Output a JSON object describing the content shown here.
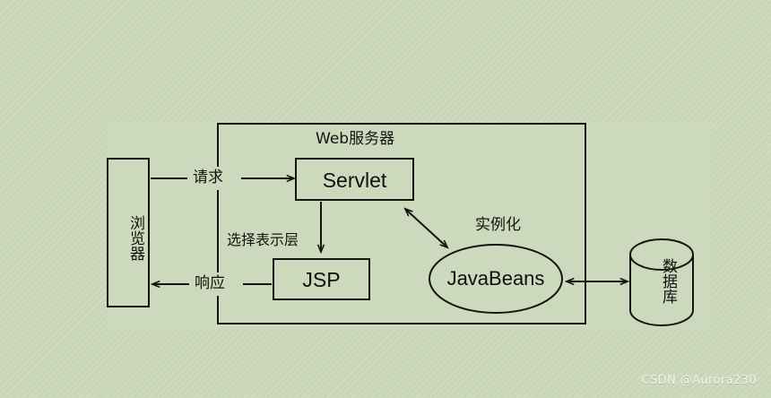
{
  "diagram": {
    "title": "Web服务器",
    "background_color": "#c9d6b8",
    "panel_color": "#cdd9bd",
    "stroke_color": "#111611",
    "nodes": {
      "browser": {
        "label": "浏览器",
        "shape": "rect"
      },
      "servlet": {
        "label": "Servlet",
        "shape": "rect"
      },
      "jsp": {
        "label": "JSP",
        "shape": "rect"
      },
      "javabeans": {
        "label": "JavaBeans",
        "shape": "ellipse"
      },
      "database": {
        "label": "数据库",
        "shape": "cylinder"
      },
      "webserver": {
        "label": "Web服务器",
        "shape": "container"
      }
    },
    "edges": {
      "request": {
        "label": "请求",
        "from": "browser",
        "to": "servlet",
        "direction": "right"
      },
      "response": {
        "label": "响应",
        "from": "jsp",
        "to": "browser",
        "direction": "left"
      },
      "select_view": {
        "label": "选择表示层",
        "from": "servlet",
        "to": "jsp",
        "direction": "down"
      },
      "instantiate": {
        "label": "实例化",
        "from": "servlet",
        "to": "javabeans",
        "direction": "both"
      },
      "db_link": {
        "label": "",
        "from": "javabeans",
        "to": "database",
        "direction": "both"
      }
    }
  },
  "watermark": {
    "text": "CSDN @Aurora230"
  }
}
